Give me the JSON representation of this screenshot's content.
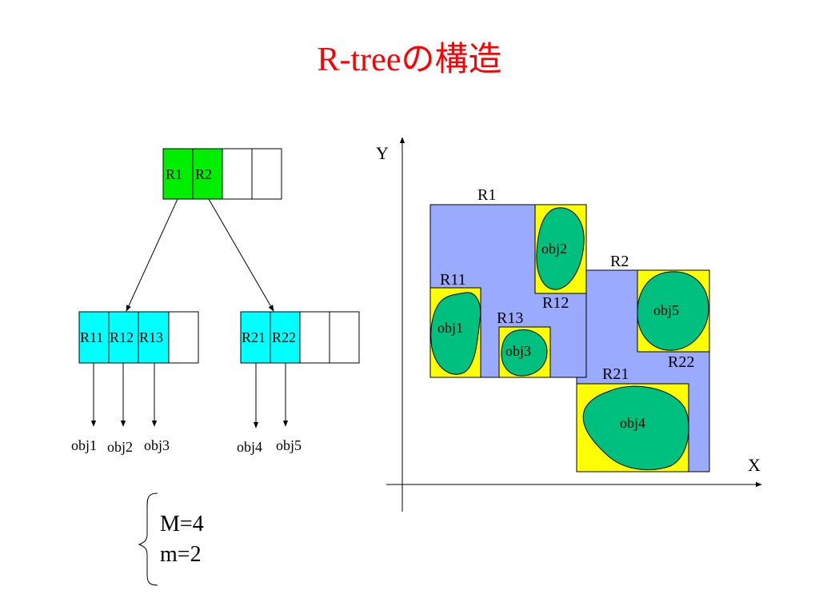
{
  "title": "R-treeの構造",
  "colors": {
    "title": "#ff0000",
    "root_node": "#00ee00",
    "leaf_node": "#00ffff",
    "mbr_region": "#99aaff",
    "mbr_box": "#ffff00",
    "object": "#00c080"
  },
  "tree": {
    "root": {
      "entries": [
        "R1",
        "R2",
        "",
        ""
      ]
    },
    "left_node": {
      "entries": [
        "R11",
        "R12",
        "R13",
        ""
      ]
    },
    "right_node": {
      "entries": [
        "R21",
        "R22",
        "",
        ""
      ]
    },
    "leaf_objects": [
      "obj1",
      "obj2",
      "obj3",
      "obj4",
      "obj5"
    ]
  },
  "params": {
    "M": "M=4",
    "m": "m=2"
  },
  "space": {
    "axis_x": "X",
    "axis_y": "Y",
    "regions": {
      "R1": "R1",
      "R2": "R2",
      "R11": "R11",
      "R12": "R12",
      "R13": "R13",
      "R21": "R21",
      "R22": "R22"
    },
    "objects": {
      "obj1": "obj1",
      "obj2": "obj2",
      "obj3": "obj3",
      "obj4": "obj4",
      "obj5": "obj5"
    }
  }
}
